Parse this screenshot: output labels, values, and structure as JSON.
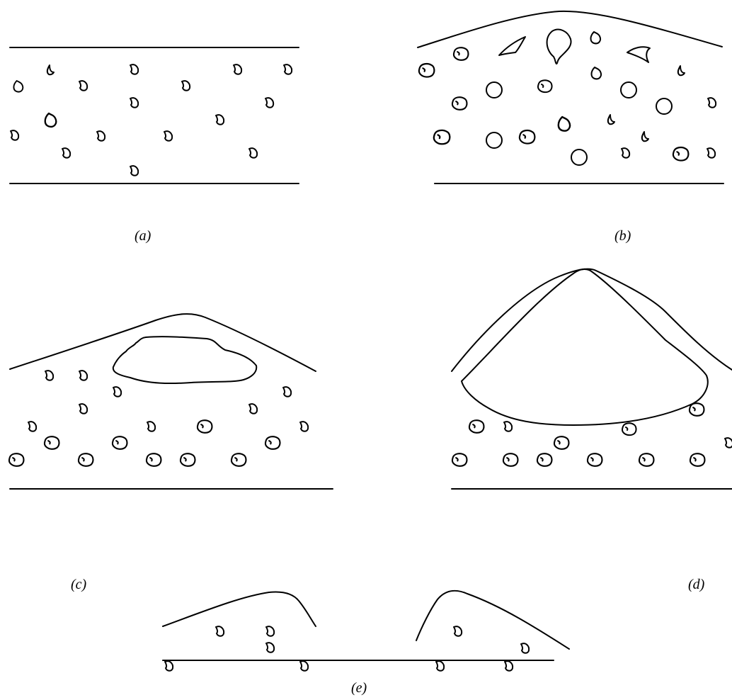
{
  "panels": [
    {
      "id": "a",
      "caption": "(a)"
    },
    {
      "id": "b",
      "caption": "(b)"
    },
    {
      "id": "c",
      "caption": "(c)"
    },
    {
      "id": "d",
      "caption": "(d)"
    },
    {
      "id": "e",
      "caption": "(e)"
    }
  ]
}
